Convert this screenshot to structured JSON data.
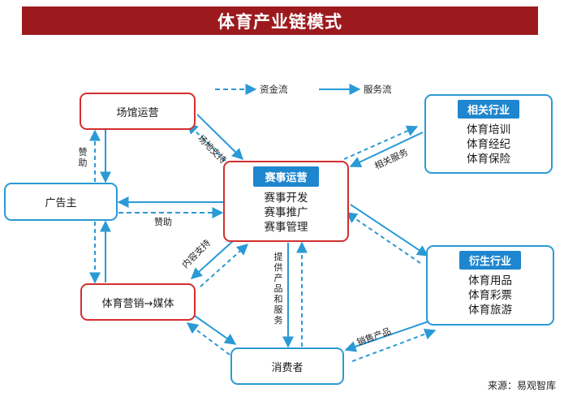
{
  "title": "体育产业链模式",
  "legend": {
    "capital_flow": "资金流",
    "service_flow": "服务流"
  },
  "nodes": {
    "venue_ops": "场馆运营",
    "advertiser": "广告主",
    "sports_marketing": "体育营销→媒体",
    "consumer": "消费者",
    "event_ops": {
      "title": "赛事运营",
      "items": [
        "赛事开发",
        "赛事推广",
        "赛事管理"
      ]
    },
    "related_industry": {
      "title": "相关行业",
      "items": [
        "体育培训",
        "体育经纪",
        "体育保险"
      ]
    },
    "derivative_industry": {
      "title": "衍生行业",
      "items": [
        "体育用品",
        "体育彩票",
        "体育旅游"
      ]
    }
  },
  "edge_labels": {
    "sponsor_vertical": "赞助",
    "sponsor_horizontal": "赞助",
    "venue_support": "场地支持",
    "content_support": "内容支持",
    "related_services": "相关服务",
    "provide_products": "提供产品和服务",
    "sales_products": "销售产品"
  },
  "source": "来源：易观智库",
  "colors": {
    "title_bg": "#9c1a1e",
    "accent_red": "#d32f2f",
    "accent_blue": "#2a9ad6",
    "badge_blue": "#1e86cf"
  }
}
